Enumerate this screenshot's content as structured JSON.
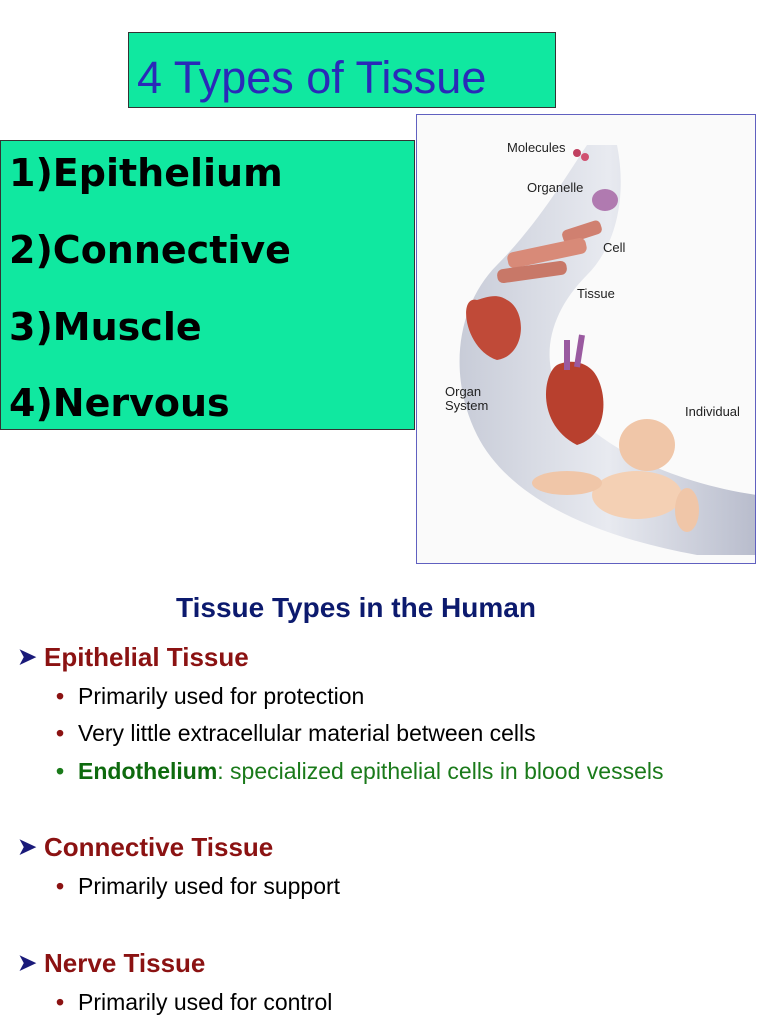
{
  "title": "4 Types of Tissue",
  "tissue_list": [
    "1)Epithelium",
    "2)Connective",
    "3)Muscle",
    "4)Nervous"
  ],
  "figure": {
    "labels": [
      "Molecules",
      "Organelle",
      "Cell",
      "Tissue",
      "Organ System",
      "Individual"
    ]
  },
  "heading": "Tissue Types in the Human",
  "sections": [
    {
      "title": "Epithelial Tissue",
      "bullets": [
        "Primarily used for protection",
        "Very little extracellular material between cells"
      ],
      "term": "Endothelium",
      "term_text": ": specialized epithelial cells in blood vessels"
    },
    {
      "title": "Connective Tissue",
      "bullets": [
        "Primarily used for support"
      ]
    },
    {
      "title": "Nerve Tissue",
      "bullets": [
        "Primarily used for control"
      ]
    }
  ],
  "colors": {
    "box_fill": "#10e8a0",
    "title_text": "#2a2ab8",
    "heading": "#0c1a6e",
    "section_title": "#8b1212",
    "term_green": "#1a7a1a"
  },
  "icons": {
    "section_marker": "arrowhead-icon",
    "bullet_marker": "bullet-dot-icon"
  }
}
